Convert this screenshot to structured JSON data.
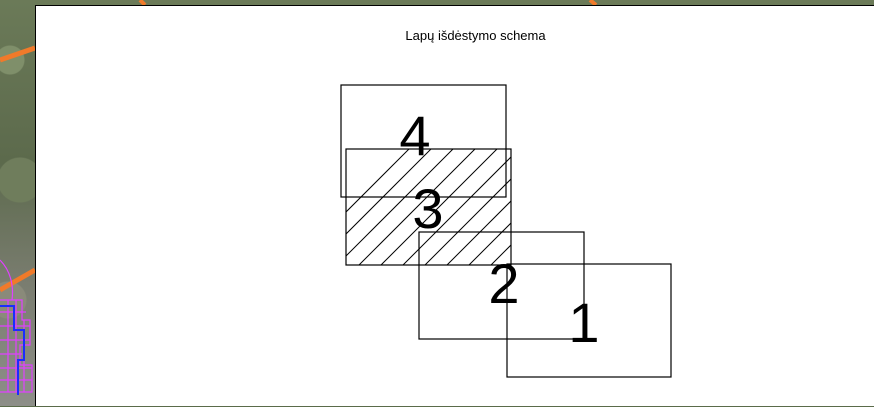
{
  "scheme": {
    "title": "Lapų išdėstymo schema",
    "sheets": [
      {
        "label": "1",
        "hatched": false
      },
      {
        "label": "2",
        "hatched": false
      },
      {
        "label": "3",
        "hatched": true
      },
      {
        "label": "4",
        "hatched": false
      }
    ]
  },
  "colors": {
    "map_road": "#f07a2a",
    "map_parcels": "#e040ff",
    "map_boundary": "#1a2cff",
    "line": "#000000",
    "sheet_bg": "#ffffff"
  }
}
